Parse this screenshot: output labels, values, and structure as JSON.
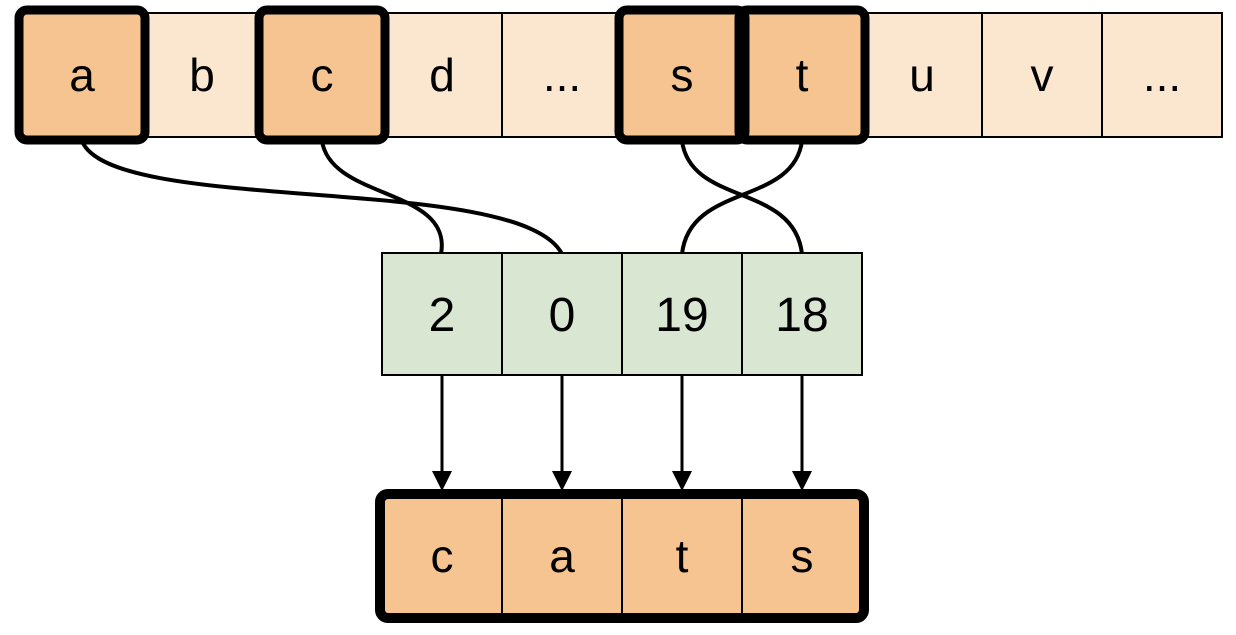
{
  "diagram": {
    "type": "letter-indexing-diagram",
    "colors": {
      "alphabet_cell_fill": "#FBE7CF",
      "highlight_cell_fill": "#F6C490",
      "index_cell_fill": "#D9E7D2",
      "word_cell_fill": "#F6C490",
      "line_color": "#000000"
    }
  },
  "alphabet_row": {
    "cells": [
      {
        "label": "a",
        "highlighted": true
      },
      {
        "label": "b",
        "highlighted": false
      },
      {
        "label": "c",
        "highlighted": true
      },
      {
        "label": "d",
        "highlighted": false
      },
      {
        "label": "...",
        "highlighted": false
      },
      {
        "label": "s",
        "highlighted": true
      },
      {
        "label": "t",
        "highlighted": true
      },
      {
        "label": "u",
        "highlighted": false
      },
      {
        "label": "v",
        "highlighted": false
      },
      {
        "label": "...",
        "highlighted": false
      }
    ]
  },
  "index_row": {
    "cells": [
      {
        "value": "2"
      },
      {
        "value": "0"
      },
      {
        "value": "19"
      },
      {
        "value": "18"
      }
    ]
  },
  "word_row": {
    "cells": [
      {
        "label": "c"
      },
      {
        "label": "a"
      },
      {
        "label": "t"
      },
      {
        "label": "s"
      }
    ]
  },
  "connections": {
    "letter_to_index_curves": [
      {
        "from_letter": "a",
        "to_index_value": "0"
      },
      {
        "from_letter": "c",
        "to_index_value": "2"
      },
      {
        "from_letter": "s",
        "to_index_value": "18"
      },
      {
        "from_letter": "t",
        "to_index_value": "19"
      }
    ],
    "index_to_word_arrows": [
      {
        "from_index_value": "2",
        "to_letter": "c"
      },
      {
        "from_index_value": "0",
        "to_letter": "a"
      },
      {
        "from_index_value": "19",
        "to_letter": "t"
      },
      {
        "from_index_value": "18",
        "to_letter": "s"
      }
    ]
  }
}
